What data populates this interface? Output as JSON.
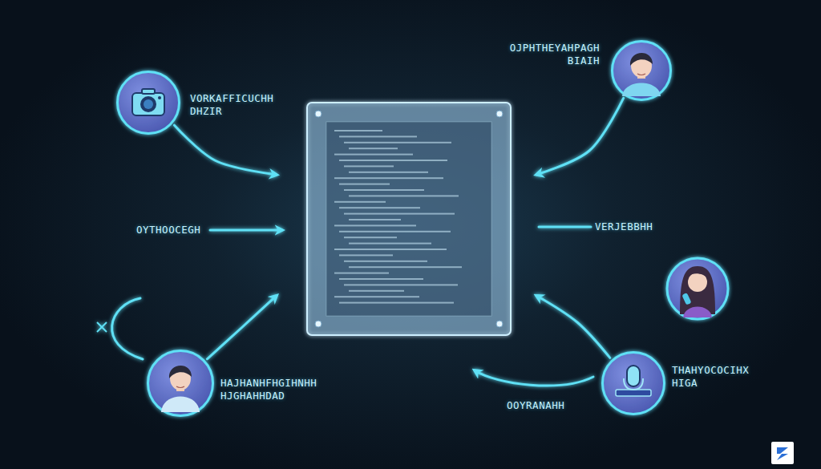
{
  "diagram": {
    "nodes": [
      {
        "text": [
          "VORKAFFICUCHH DHZIR"
        ]
      },
      {
        "text": [
          "OJPHTHEYAHPAGH BIAIH"
        ]
      },
      {
        "text": []
      },
      {
        "text": [
          "HAJHANHFHGIHNHH HJGHAHHDAD"
        ]
      },
      {
        "text": [
          "THAHYOCOCIHX HIGA"
        ]
      }
    ],
    "edges": [
      {
        "from": 0,
        "to": 2,
        "arrow": "to"
      },
      {
        "from": 1,
        "to": 2,
        "arrow": "to"
      },
      {
        "from": 3,
        "to": 2,
        "arrow": "to"
      },
      {
        "from": 4,
        "to": 2,
        "arrow": "to"
      }
    ],
    "labels": [
      "OYTHOOCEGH",
      "VERJEBBHH",
      "OOYRANAHH"
    ]
  }
}
